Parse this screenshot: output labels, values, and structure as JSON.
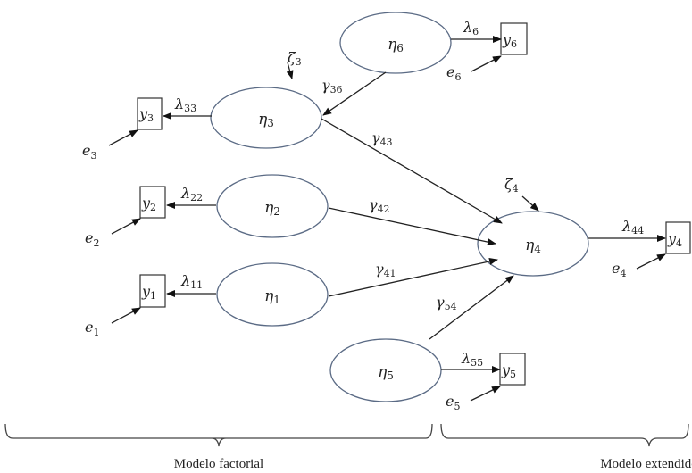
{
  "diagram": {
    "type": "structural-equation-model",
    "latent_factors": [
      {
        "id": "eta1",
        "symbol": "η",
        "sub": "1"
      },
      {
        "id": "eta2",
        "symbol": "η",
        "sub": "2"
      },
      {
        "id": "eta3",
        "symbol": "η",
        "sub": "3"
      },
      {
        "id": "eta4",
        "symbol": "η",
        "sub": "4"
      },
      {
        "id": "eta5",
        "symbol": "η",
        "sub": "5"
      },
      {
        "id": "eta6",
        "symbol": "η",
        "sub": "6"
      }
    ],
    "indicators": [
      {
        "id": "y1",
        "symbol": "y",
        "sub": "1"
      },
      {
        "id": "y2",
        "symbol": "y",
        "sub": "2"
      },
      {
        "id": "y3",
        "symbol": "y",
        "sub": "3"
      },
      {
        "id": "y4",
        "symbol": "y",
        "sub": "4"
      },
      {
        "id": "y5",
        "symbol": "y",
        "sub": "5"
      },
      {
        "id": "y6",
        "symbol": "y",
        "sub": "6"
      }
    ],
    "errors": [
      {
        "id": "e1",
        "symbol": "e",
        "sub": "1",
        "target": "y1"
      },
      {
        "id": "e2",
        "symbol": "e",
        "sub": "2",
        "target": "y2"
      },
      {
        "id": "e3",
        "symbol": "e",
        "sub": "3",
        "target": "y3"
      },
      {
        "id": "e4",
        "symbol": "e",
        "sub": "4",
        "target": "y4"
      },
      {
        "id": "e5",
        "symbol": "e",
        "sub": "5",
        "target": "y5"
      },
      {
        "id": "e6",
        "symbol": "e",
        "sub": "6",
        "target": "y6"
      }
    ],
    "disturbances": [
      {
        "id": "zeta3",
        "symbol": "ζ",
        "sub": "3",
        "target": "eta3"
      },
      {
        "id": "zeta4",
        "symbol": "ζ",
        "sub": "4",
        "target": "eta4"
      }
    ],
    "loadings": [
      {
        "from": "eta1",
        "to": "y1",
        "symbol": "λ",
        "sub": "11"
      },
      {
        "from": "eta2",
        "to": "y2",
        "symbol": "λ",
        "sub": "22"
      },
      {
        "from": "eta3",
        "to": "y3",
        "symbol": "λ",
        "sub": "33"
      },
      {
        "from": "eta4",
        "to": "y4",
        "symbol": "λ",
        "sub": "44"
      },
      {
        "from": "eta5",
        "to": "y5",
        "symbol": "λ",
        "sub": "55"
      },
      {
        "from": "eta6",
        "to": "y6",
        "symbol": "λ",
        "sub": "6"
      }
    ],
    "paths": [
      {
        "from": "eta6",
        "to": "eta3",
        "symbol": "γ",
        "sub": "36"
      },
      {
        "from": "eta3",
        "to": "eta4",
        "symbol": "γ",
        "sub": "43"
      },
      {
        "from": "eta2",
        "to": "eta4",
        "symbol": "γ",
        "sub": "42"
      },
      {
        "from": "eta1",
        "to": "eta4",
        "symbol": "γ",
        "sub": "41"
      },
      {
        "from": "eta5",
        "to": "eta4",
        "symbol": "γ",
        "sub": "54"
      }
    ],
    "groups": [
      {
        "id": "factorial",
        "label": "Modelo factorial"
      },
      {
        "id": "extendido",
        "label": "Modelo extendido"
      }
    ]
  }
}
